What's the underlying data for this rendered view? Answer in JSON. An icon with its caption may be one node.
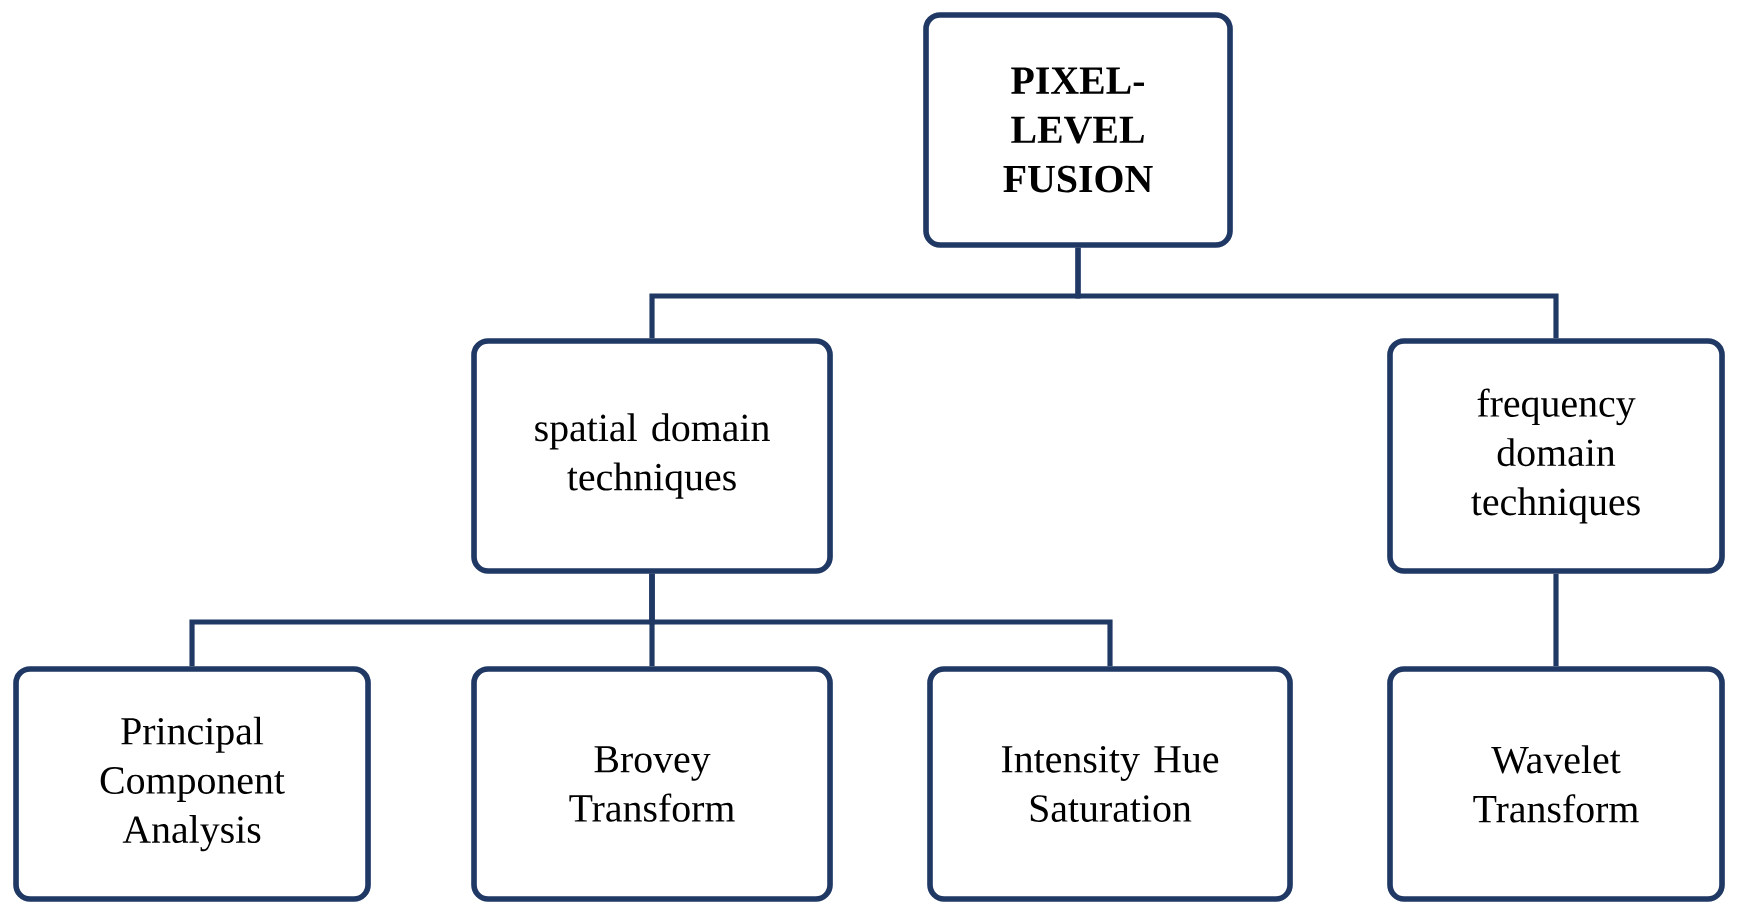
{
  "diagram": {
    "nodes": [
      {
        "text": [
          "PIXEL-LEVEL FUSION"
        ]
      },
      {
        "text": [
          "spatial domain techniques"
        ]
      },
      {
        "text": [
          "frequency domain techniques"
        ]
      },
      {
        "text": [
          "Principal Component Analysis"
        ]
      },
      {
        "text": [
          "Brovey Transform"
        ]
      },
      {
        "text": [
          "Intensity Hue Saturation"
        ]
      },
      {
        "text": [
          "Wavelet Transform"
        ]
      }
    ],
    "edges": [
      {
        "from": 0,
        "to": 1,
        "arrow": "none"
      },
      {
        "from": 0,
        "to": 2,
        "arrow": "none"
      },
      {
        "from": 1,
        "to": 3,
        "arrow": "none"
      },
      {
        "from": 1,
        "to": 4,
        "arrow": "none"
      },
      {
        "from": 1,
        "to": 5,
        "arrow": "none"
      },
      {
        "from": 2,
        "to": 6,
        "arrow": "none"
      }
    ]
  }
}
